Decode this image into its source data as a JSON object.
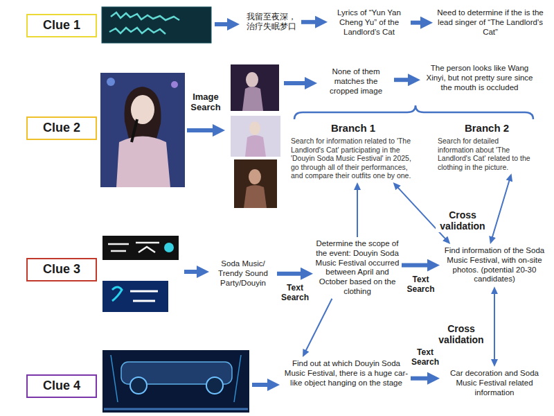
{
  "diagram": {
    "nodes": [
      {
        "text": [
          "Clue 1"
        ]
      },
      {
        "text": [
          "我留至夜深， 治疗失眠梦口"
        ]
      },
      {
        "text": [
          "Lyrics of “Yun Yan Cheng Yu” of the Landlord’s Cat"
        ]
      },
      {
        "text": [
          "Need to determine if the is the lead singer of “The Landlord's Cat”"
        ]
      },
      {
        "text": [
          "Clue 2"
        ]
      },
      {
        "text": [
          "None of them matches the cropped image"
        ]
      },
      {
        "text": [
          "The person looks like Wang Xinyi, but not pretty sure since the mouth is occluded"
        ]
      },
      {
        "text": [
          "Branch 1",
          "Search for information related to 'The Landlord's Cat' participating in the 'Douyin Soda Music Festival' in 2025, go through all of their performances, and compare their outfits one by one."
        ]
      },
      {
        "text": [
          "Branch 2",
          "Search for detailed information about 'The Landlord's Cat' related to the clothing in the picture."
        ]
      },
      {
        "text": [
          "Clue 3"
        ]
      },
      {
        "text": [
          "Soda Music/ Trendy Sound Party/Douyin"
        ]
      },
      {
        "text": [
          "Determine the scope of the event: Douyin Soda Music Festival occurred between April and October based on the clothing"
        ]
      },
      {
        "text": [
          "Find information of the Soda Music Festival, with on-site photos. (potential 20-30 candidates)"
        ]
      },
      {
        "text": [
          "Clue 4"
        ]
      },
      {
        "text": [
          "Find out at which Douyin Soda Music Festival, there is a huge car-like object hanging on the stage"
        ]
      },
      {
        "text": [
          "Car decoration and Soda Music Festival related information"
        ]
      }
    ],
    "edges": [
      {
        "from": 1,
        "to": 2,
        "arrow": "to"
      },
      {
        "from": 2,
        "to": 3,
        "arrow": "to"
      },
      {
        "from": 5,
        "to": 6,
        "arrow": "to"
      },
      {
        "from": 10,
        "to": 11,
        "arrow": "to",
        "label": "Text Search"
      },
      {
        "from": 11,
        "to": 12,
        "arrow": "to",
        "label": "Text Search"
      },
      {
        "from": 11,
        "to": 7,
        "arrow": "to"
      },
      {
        "from": 12,
        "to": 7,
        "arrow": "both",
        "label": "Cross validation"
      },
      {
        "from": 12,
        "to": 8,
        "arrow": "both"
      },
      {
        "from": 11,
        "to": 14,
        "arrow": "to"
      },
      {
        "from": 12,
        "to": 15,
        "arrow": "both",
        "label": "Cross validation"
      },
      {
        "from": 14,
        "to": 15,
        "arrow": "to",
        "label": "Text Search"
      }
    ],
    "labels": [
      "Image Search"
    ]
  }
}
